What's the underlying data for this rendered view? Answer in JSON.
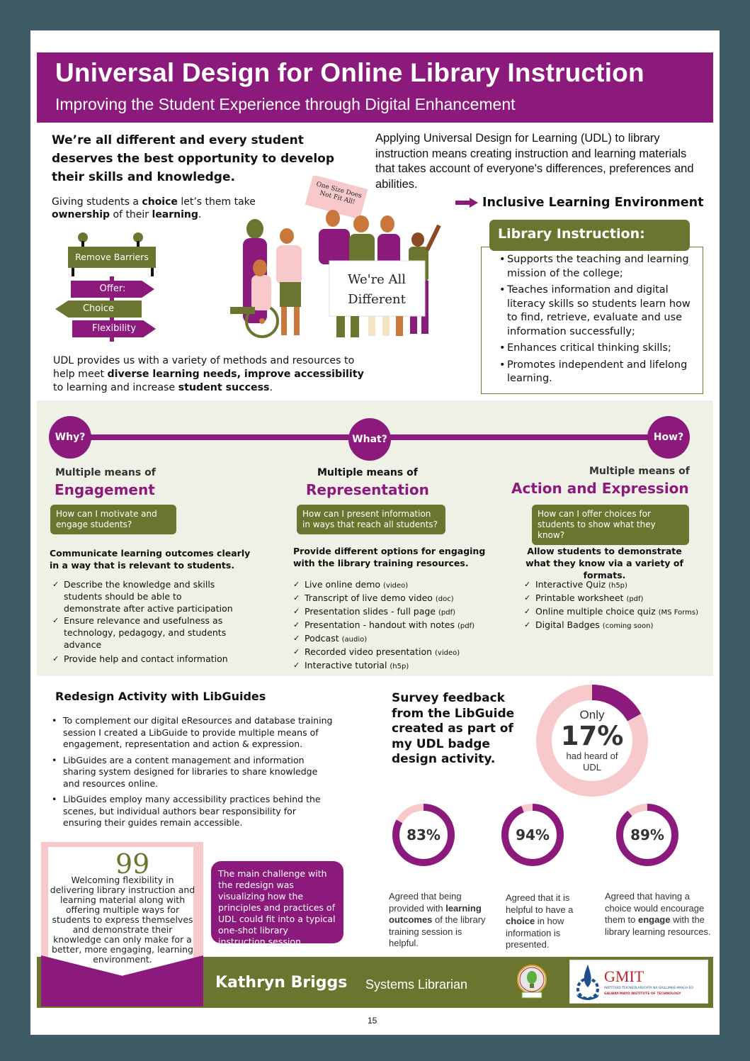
{
  "header": {
    "title": "Universal Design for Online Library Instruction",
    "subtitle": "Improving the Student Experience through Digital Enhancement"
  },
  "intro": {
    "lead": "We’re all different and every student deserves the best opportunity to develop their skills and knowledge.",
    "choice_parts": [
      "Giving students a ",
      "choice",
      " let’s them take ",
      "ownership",
      " of their ",
      "learning",
      "."
    ],
    "udl_parts": [
      "UDL provides us with a variety of methods and resources to help meet ",
      "diverse learning needs, improve accessibility",
      " to learning and increase ",
      "student success",
      "."
    ],
    "apply": "Applying Universal Design for Learning (UDL) to library instruction means creating instruction and learning materials that takes account of everyone's differences, preferences and abilities.",
    "inclusive": "Inclusive Learning Environment"
  },
  "signpost": {
    "board": "Remove Barriers",
    "arrows": [
      "Offer:",
      "Choice",
      "Flexibility"
    ]
  },
  "illustration": {
    "placard": "One Size Does Not Fit All!",
    "banner_line1": "We're All",
    "banner_line2": "Different"
  },
  "library_instruction": {
    "title": "Library Instruction:",
    "items": [
      "Supports the teaching and learning mission of the college;",
      "Teaches information and digital literacy skills so students learn how to find, retrieve, evaluate and use information successfully;",
      "Enhances critical thinking skills;",
      "Promotes independent and lifelong learning."
    ]
  },
  "principles": [
    {
      "node": "Why?",
      "sub": "Multiple means of",
      "big": "Engagement",
      "question": "How can I motivate and engage students?",
      "lead": "Communicate learning outcomes clearly in a way that is relevant to students.",
      "items": [
        {
          "text": "Describe the knowledge and skills students should be able to demonstrate after active participation",
          "tag": ""
        },
        {
          "text": "Ensure relevance and usefulness as technology, pedagogy, and students advance",
          "tag": ""
        },
        {
          "text": "Provide help and contact information",
          "tag": ""
        }
      ]
    },
    {
      "node": "What?",
      "sub": "Multiple means of",
      "big": "Representation",
      "question": "How can I present information in ways that reach all students?",
      "lead": "Provide different options for engaging with the library training resources.",
      "items": [
        {
          "text": "Live online demo ",
          "tag": "(video)"
        },
        {
          "text": "Transcript of live demo video ",
          "tag": "(doc)"
        },
        {
          "text": "Presentation slides - full page ",
          "tag": "(pdf)"
        },
        {
          "text": "Presentation - handout with notes ",
          "tag": "(pdf)"
        },
        {
          "text": "Podcast ",
          "tag": "(audio)"
        },
        {
          "text": "Recorded video presentation ",
          "tag": "(video)"
        },
        {
          "text": "Interactive tutorial ",
          "tag": "(h5p)"
        }
      ]
    },
    {
      "node": "How?",
      "sub": "Multiple means of",
      "big": "Action and Expression",
      "question": "How can I offer choices for students to show what they know?",
      "lead": "Allow students to demonstrate what they know via a variety of formats.",
      "items": [
        {
          "text": "Interactive Quiz ",
          "tag": "(h5p)"
        },
        {
          "text": "Printable worksheet ",
          "tag": "(pdf)"
        },
        {
          "text": "Online multiple choice quiz ",
          "tag": "(MS Forms)"
        },
        {
          "text": "Digital Badges ",
          "tag": "(coming soon)"
        }
      ]
    }
  ],
  "redesign": {
    "title": "Redesign Activity with LibGuides",
    "items": [
      "To complement our digital eResources and database training session I created a LibGuide to provide multiple means of engagement, representation and action & expression.",
      "LibGuides are a content management and information sharing system designed for libraries to share knowledge and resources online.",
      "LibGuides employ many accessibility practices behind the scenes, but individual authors bear responsibility for ensuring their guides remain accessible."
    ]
  },
  "survey": {
    "title": "Survey feedback from the LibGuide created as part of my UDL badge design activity.",
    "main": {
      "pre": "Only",
      "value": "17%",
      "post": "had heard of UDL",
      "percent": 17
    },
    "stats": [
      {
        "value": "83%",
        "percent": 83,
        "caption_parts": [
          "Agreed that being provided with ",
          "learning outcomes",
          " of the library training session is helpful."
        ]
      },
      {
        "value": "94%",
        "percent": 94,
        "caption_parts": [
          "Agreed that it is helpful to have a ",
          "choice",
          " in how information is presented."
        ]
      },
      {
        "value": "89%",
        "percent": 89,
        "caption_parts": [
          "Agreed that having a choice would encourage them to ",
          "engage",
          " with the library learning resources."
        ]
      }
    ]
  },
  "quote": {
    "text": "Welcoming flexibility in delivering library instruction and learning material along with offering multiple ways for students to express themselves and demonstrate their knowledge can only make for a better, more engaging, learning environment."
  },
  "challenge": {
    "text": "The main challenge with the redesign was visualizing how the principles and practices of UDL could fit into a typical one-shot library instruction session."
  },
  "footer": {
    "name": "Kathryn Briggs",
    "role": "Systems Librarian",
    "gmit": "GMIT",
    "gmit_line1": "INSTITIÚID TEICNEOLAÍOCHTA NA GAILLIMHE-MAIGH EO",
    "gmit_line2": "GALWAY-MAYO INSTITUTE OF TECHNOLOGY"
  },
  "page_number": "15",
  "colors": {
    "purple": "#8c1a7c",
    "olive": "#6b7530",
    "pink": "#f7c9cb",
    "band": "#eff0e6",
    "backdrop": "#3d5c66"
  }
}
